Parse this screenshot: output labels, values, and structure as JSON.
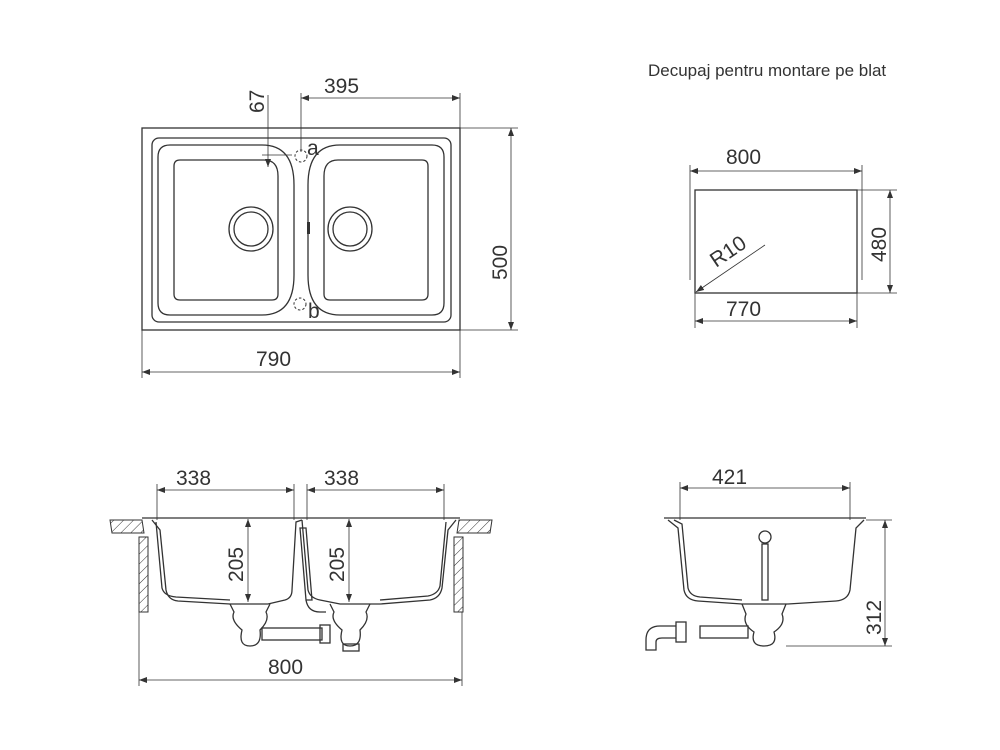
{
  "header": {
    "title": "Decupaj pentru montare pe blat"
  },
  "top_view": {
    "dim_overall_width": "790",
    "dim_overall_depth": "500",
    "dim_tap_offset": "395",
    "dim_tap_from_edge": "67",
    "tap_hole_a": "a",
    "tap_hole_b": "b"
  },
  "cutout": {
    "dim_top_width": "800",
    "dim_cut_width": "770",
    "dim_depth": "480",
    "dim_radius": "R10"
  },
  "front_section": {
    "dim_bowl_left_width": "338",
    "dim_bowl_right_width": "338",
    "dim_bowl_left_depth": "205",
    "dim_bowl_right_depth": "205",
    "dim_cabinet_width": "800"
  },
  "side_section": {
    "dim_bowl_length": "421",
    "dim_total_depth": "312"
  }
}
